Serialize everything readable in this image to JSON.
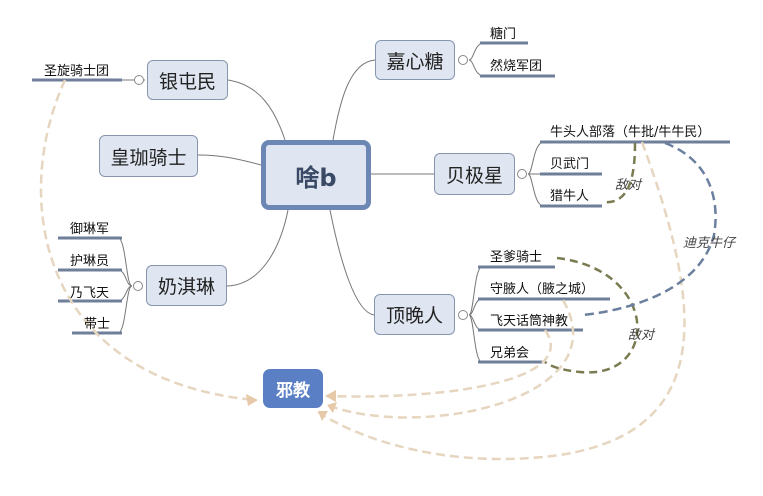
{
  "root": {
    "label": "啥b"
  },
  "branches": [
    {
      "label": "银屯民",
      "children": [
        "圣旋骑士团"
      ]
    },
    {
      "label": "皇珈骑士",
      "children": []
    },
    {
      "label": "奶淇琳",
      "children": [
        "御琳军",
        "护琳员",
        "乃飞天",
        "帯士"
      ]
    },
    {
      "label": "嘉心糖",
      "children": [
        "糖门",
        "然烧军团"
      ]
    },
    {
      "label": "贝极星",
      "children": [
        "牛头人部落（牛批/牛牛民）",
        "贝武门",
        "猎牛人"
      ]
    },
    {
      "label": "顶晚人",
      "children": [
        "圣爹骑士",
        "守腋人（腋之城）",
        "飞天话筒神教",
        "兄弟会"
      ]
    }
  ],
  "floating": {
    "label": "邪教"
  },
  "relations": {
    "enemy1": "敌对",
    "enemy2": "敌对",
    "dick": "迪克牛仔"
  },
  "colors": {
    "node_fill": "#dfe6f1",
    "root_border": "#6d87b5",
    "cult_fill": "#5a7fc4",
    "beige_dash": "#e6d6c0",
    "enemy_dash": "#7b7b52",
    "dick_dash": "#6b7f9f"
  }
}
